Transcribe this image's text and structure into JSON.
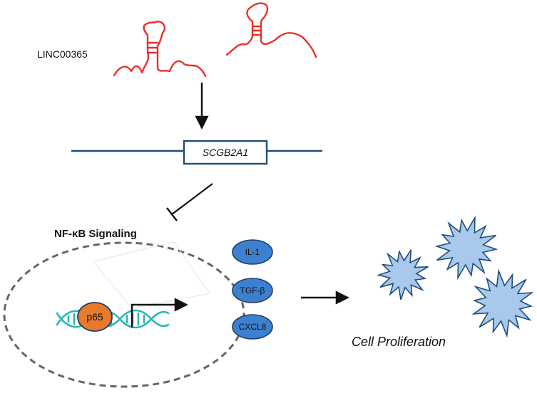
{
  "labels": {
    "lncrna": "LINC00365",
    "gene": "SCGB2A1",
    "pathway": "NF-κB Signaling",
    "transcription_factor": "p65",
    "outcome": "Cell Proliferation"
  },
  "cytokines": [
    "IL-1",
    "TGF-β",
    "CXCL8"
  ],
  "colors": {
    "rna": "#e8312b",
    "gene_line": "#1f4e79",
    "dna_strand": "#2bb5b0",
    "p65_fill": "#e87a2c",
    "cytokine_fill": "#3e80d0",
    "star_fill": "#a8c8ec",
    "star_stroke": "#1f4e79",
    "nucleus_stroke": "#666666",
    "arrow": "#111111"
  },
  "icons": {
    "rna": "rna-hairpin-icon",
    "dna": "dna-double-helix-icon",
    "star": "spiky-cell-icon"
  }
}
